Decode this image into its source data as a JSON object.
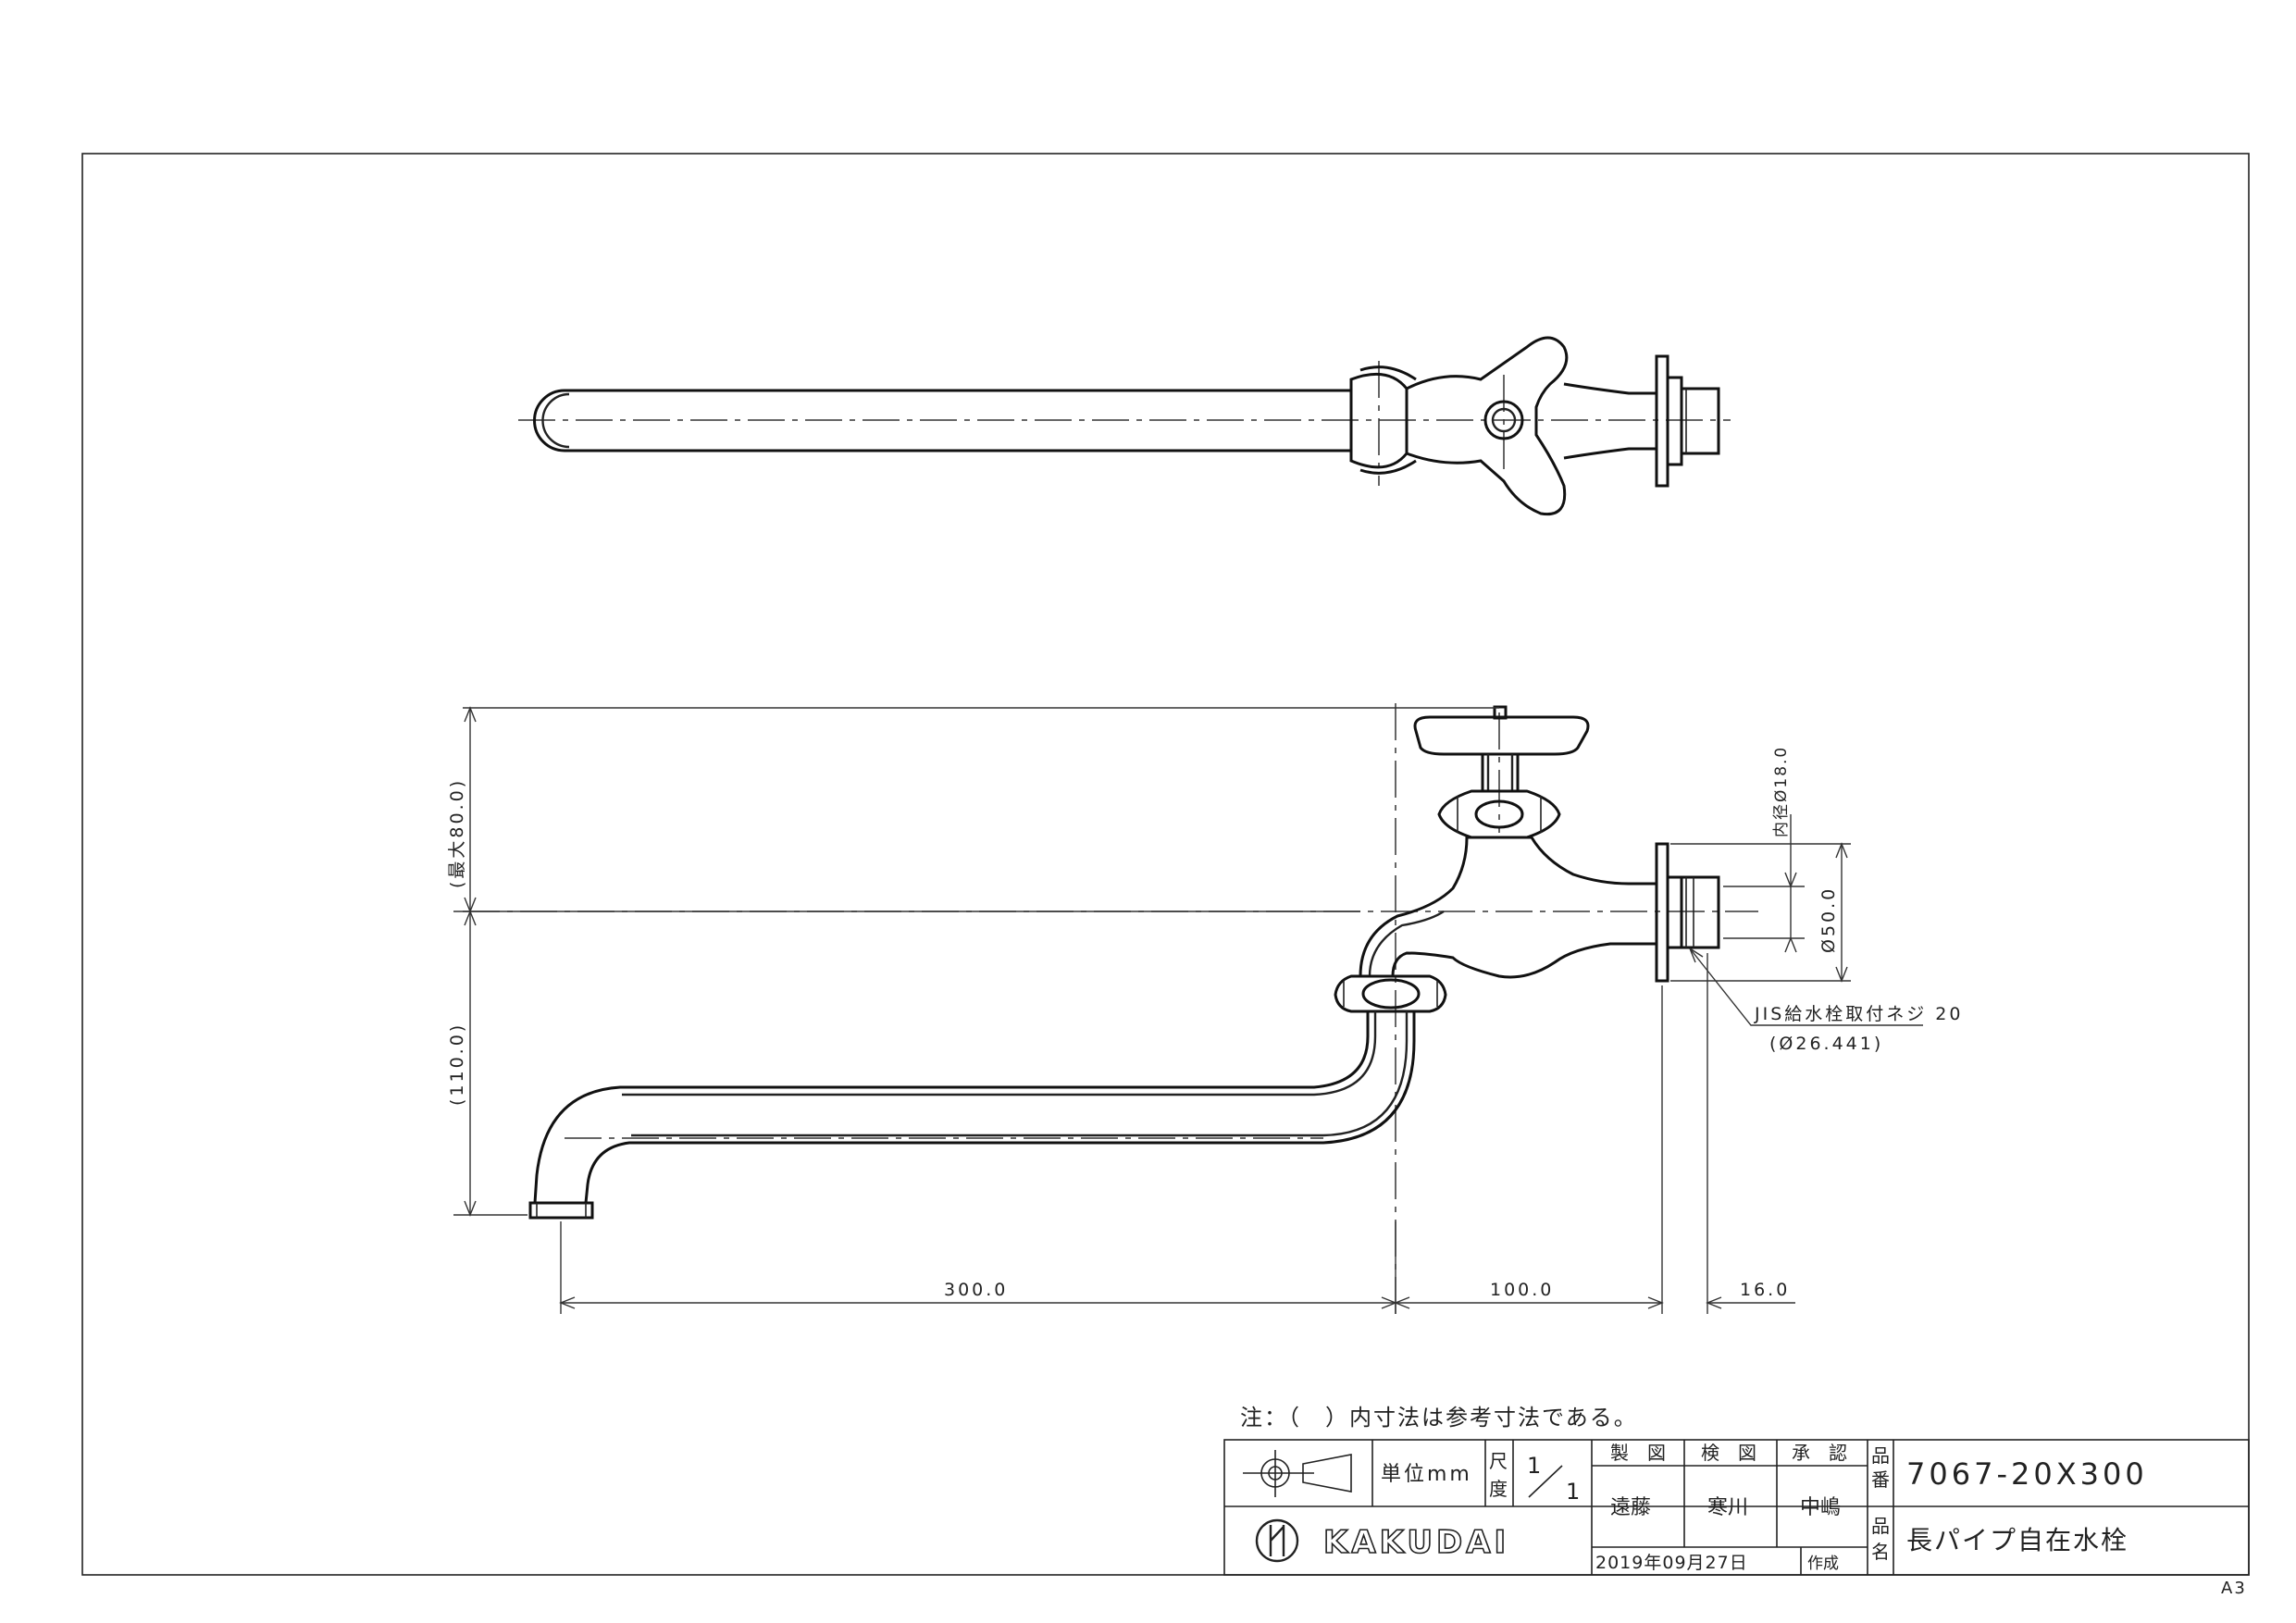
{
  "sheet_size": "A3",
  "dimensions": {
    "max_height": "(最大80.0)",
    "height_110": "(110.0)",
    "inner_diameter": "内径Ø18.0",
    "flange_diameter": "Ø50.0",
    "thread_label": "JIS給水栓取付ネジ 20",
    "thread_size": "(Ø26.441)",
    "spout_length": "300.0",
    "body_length": "100.0",
    "flange_thickness": "16.0"
  },
  "note": "注：（　）内寸法は参考寸法である。",
  "title_block": {
    "unit_label": "単位mm",
    "scale_label_1": "尺",
    "scale_label_2": "度",
    "scale_num": "1",
    "scale_den": "1",
    "header_made": "製　図",
    "header_checked": "検　図",
    "header_approved": "承　認",
    "drafter": "遠藤",
    "checker": "寒川",
    "approver": "中嶋",
    "date": "2019年09月27日",
    "created": "作成",
    "part_no_label_1": "品",
    "part_no_label_2": "番",
    "part_no": "7067-20X300",
    "name_label_1": "品",
    "name_label_2": "名",
    "part_name": "長パイプ自在水栓",
    "brand": "KAKUDAI"
  }
}
